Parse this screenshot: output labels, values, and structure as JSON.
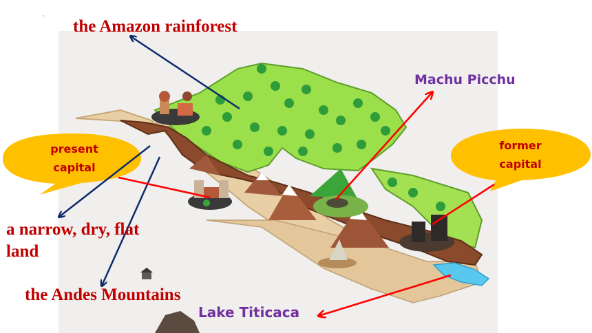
{
  "labels": {
    "amazon": "the Amazon rainforest",
    "machu_picchu": "Machu Picchu",
    "present_capital_line1": "present",
    "present_capital_line2": "capital",
    "former_capital_line1": "former",
    "former_capital_line2": "capital",
    "coast_line1": "a narrow, dry, flat",
    "coast_line2": "land",
    "andes": "the Andes Mountains",
    "titicaca": "Lake Titicaca"
  },
  "colors": {
    "label_red": "#c00000",
    "label_purple": "#7030a0",
    "bubble_yellow": "#ffc000",
    "arrow_blue": "#0d2a6b",
    "arrow_red": "#ff0000"
  }
}
